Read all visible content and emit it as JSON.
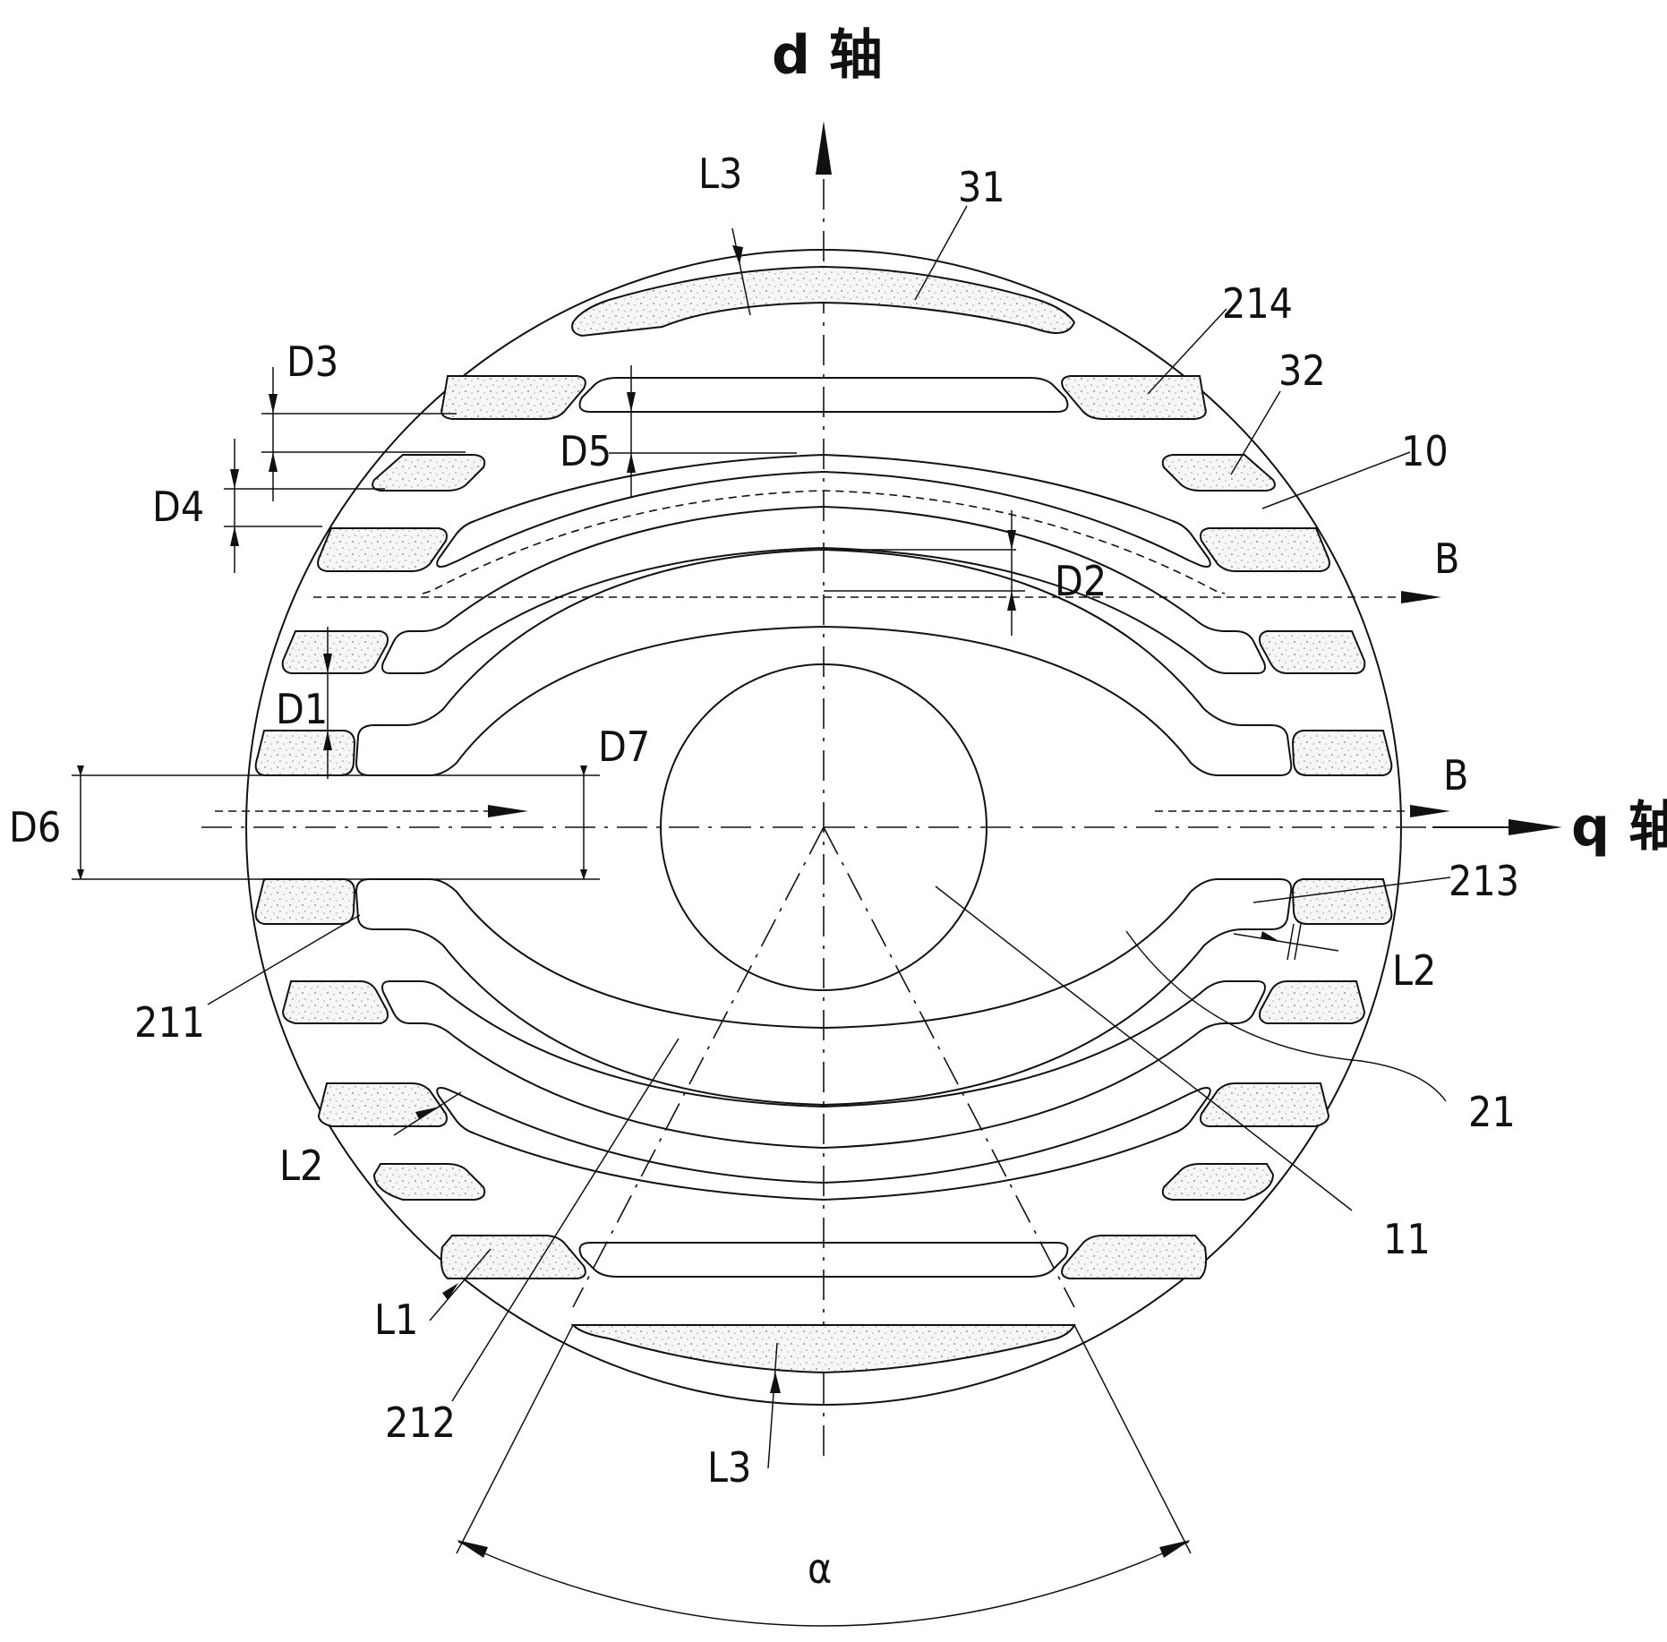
{
  "axes": {
    "d_label": "d 轴",
    "q_label": "q 轴"
  },
  "parts": {
    "p10": "10",
    "p11": "11",
    "p21": "21",
    "p31": "31",
    "p32": "32",
    "p211": "211",
    "p212": "212",
    "p213": "213",
    "p214": "214"
  },
  "dims": {
    "D1": "D1",
    "D2": "D2",
    "D3": "D3",
    "D4": "D4",
    "D5": "D5",
    "D6": "D6",
    "D7": "D7",
    "L1": "L1",
    "L2a": "L2",
    "L2b": "L2",
    "L3a": "L3",
    "L3b": "L3",
    "alpha": "α",
    "B1": "B",
    "B2": "B"
  }
}
